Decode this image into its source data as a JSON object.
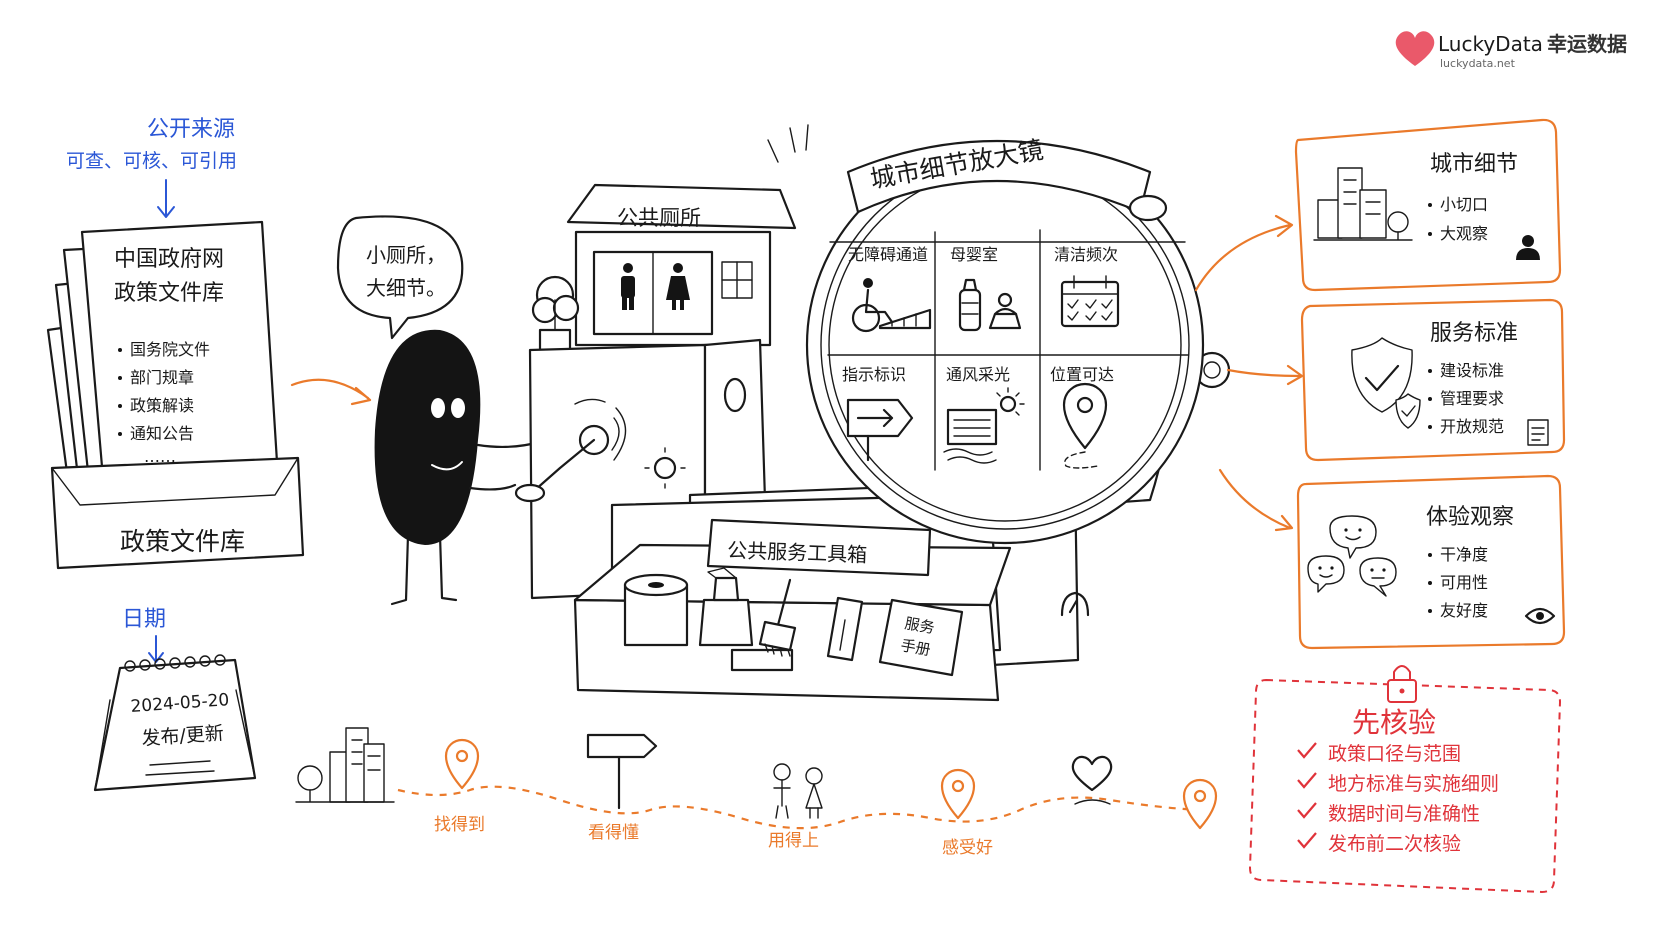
{
  "brand": {
    "name": "LuckyData",
    "cn_name": "幸运数据",
    "url": "luckydata.net",
    "color": "#e8475a"
  },
  "colors": {
    "ink": "#1a1a1a",
    "accent_orange": "#ea7a2b",
    "accent_blue": "#2b57d6",
    "accent_red": "#e0333a"
  },
  "source": {
    "title": "公开来源",
    "subtitle": "可查、可核、可引用"
  },
  "policy_library": {
    "doc_title_line1": "中国政府网",
    "doc_title_line2": "政策文件库",
    "items": [
      "国务院文件",
      "部门规章",
      "政策解读",
      "通知公告"
    ],
    "ellipsis": "……",
    "box_label": "政策文件库"
  },
  "date_section": {
    "title": "日期",
    "date": "2024-05-20",
    "caption": "发布/更新"
  },
  "speech": {
    "line1": "小厕所，",
    "line2": "大细节。"
  },
  "machine": {
    "toilet_sign": "公共厕所",
    "magnifier_banner": "城市细节放大镜",
    "toolbox_label": "公共服务工具箱",
    "manual_line1": "服务",
    "manual_line2": "手册",
    "grid": [
      {
        "label": "无障碍通道",
        "icon": "wheelchair-ramp-icon"
      },
      {
        "label": "母婴室",
        "icon": "baby-bottle-icon"
      },
      {
        "label": "清洁频次",
        "icon": "calendar-check-icon"
      },
      {
        "label": "指示标识",
        "icon": "arrow-sign-icon"
      },
      {
        "label": "通风采光",
        "icon": "window-sun-icon"
      },
      {
        "label": "位置可达",
        "icon": "location-pin-icon"
      }
    ]
  },
  "cards": [
    {
      "title": "城市细节",
      "items": [
        "小切口",
        "大观察"
      ],
      "icon": "city-icon",
      "corner_icon": "person-icon"
    },
    {
      "title": "服务标准",
      "items": [
        "建设标准",
        "管理要求",
        "开放规范"
      ],
      "icon": "shield-check-icon",
      "corner_icon": "document-icon"
    },
    {
      "title": "体验观察",
      "items": [
        "干净度",
        "可用性",
        "友好度"
      ],
      "icon": "chat-faces-icon",
      "corner_icon": "eye-icon"
    }
  ],
  "verify": {
    "title": "先核验",
    "items": [
      "政策口径与范围",
      "地方标准与实施细则",
      "数据时间与准确性",
      "发布前二次核验"
    ]
  },
  "path_steps": [
    "找得到",
    "看得懂",
    "用得上",
    "感受好"
  ]
}
